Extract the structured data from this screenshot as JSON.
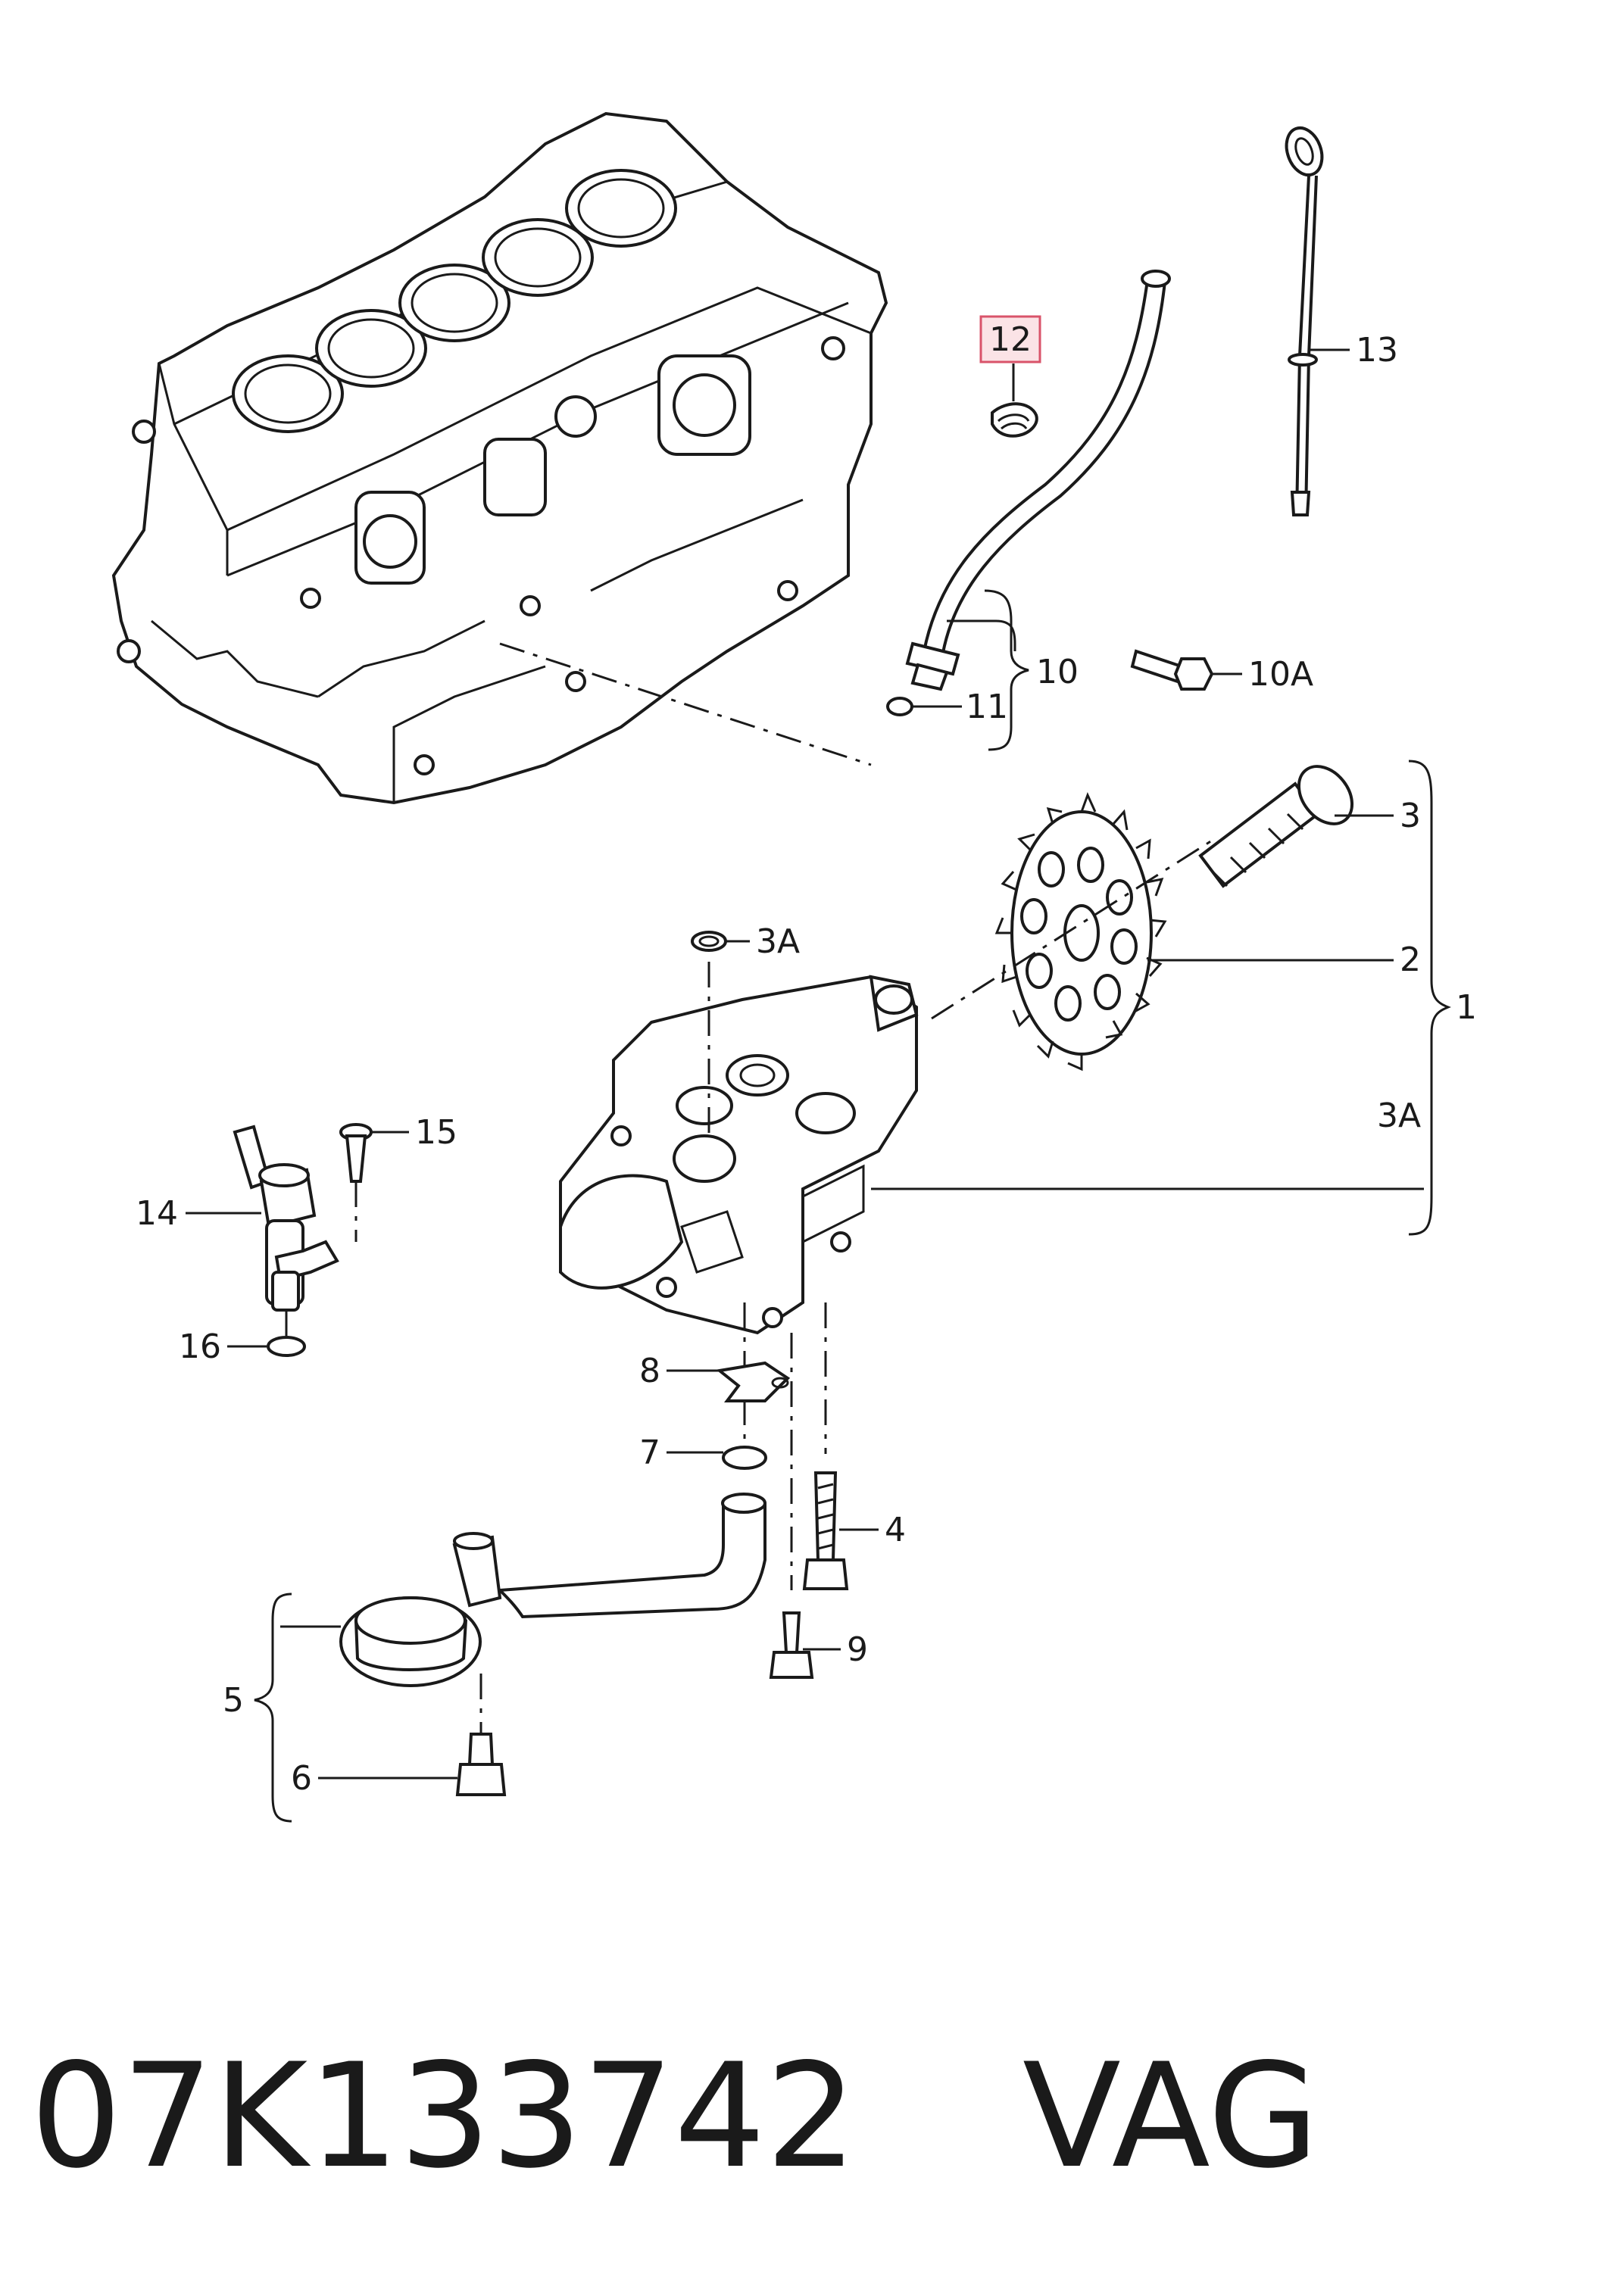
{
  "callouts": {
    "c1": "1",
    "c2": "2",
    "c3": "3",
    "c3a_top": "3A",
    "c3a_side": "3A",
    "c4": "4",
    "c5": "5",
    "c6": "6",
    "c7": "7",
    "c8": "8",
    "c9": "9",
    "c10": "10",
    "c10a": "10A",
    "c11": "11",
    "c12": "12",
    "c13": "13",
    "c14": "14",
    "c15": "15",
    "c16": "16"
  },
  "highlight": {
    "callout": "12",
    "color": "#d9536a"
  },
  "footer": {
    "part_number": "07K133742",
    "brand": "VAG"
  }
}
